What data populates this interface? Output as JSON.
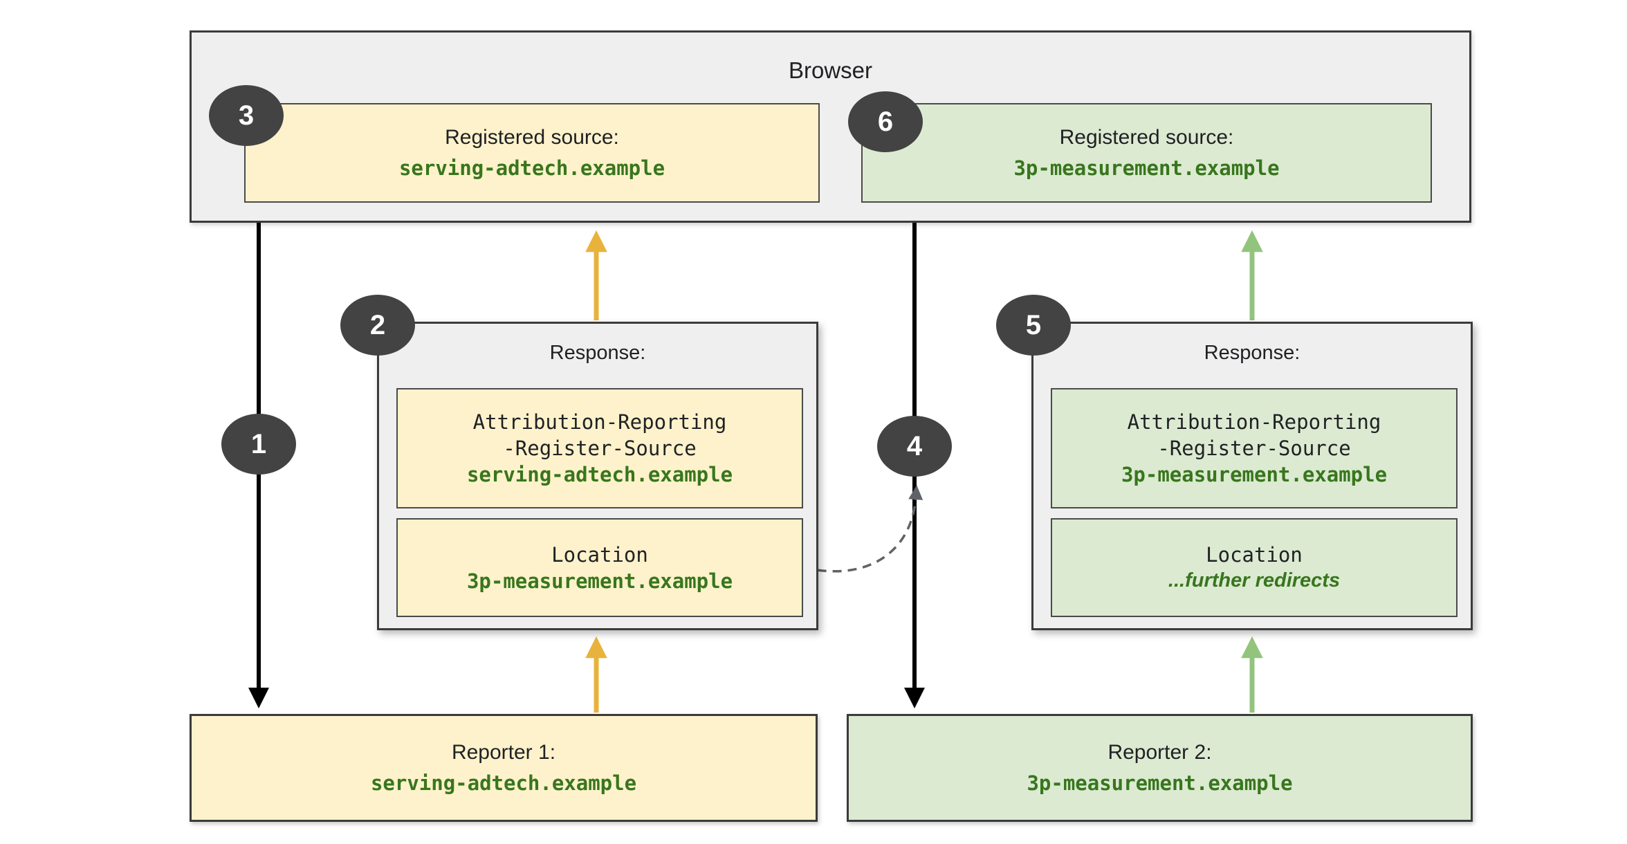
{
  "browser": {
    "title": "Browser",
    "registered_source_1": {
      "label": "Registered source:",
      "value": "serving-adtech.example"
    },
    "registered_source_2": {
      "label": "Registered source:",
      "value": "3p-measurement.example"
    }
  },
  "response_1": {
    "label": "Response:",
    "header_line_1": "Attribution-Reporting",
    "header_line_2": "-Register-Source",
    "header_value": "serving-adtech.example",
    "location_label": "Location",
    "location_value": "3p-measurement.example"
  },
  "response_2": {
    "label": "Response:",
    "header_line_1": "Attribution-Reporting",
    "header_line_2": "-Register-Source",
    "header_value": "3p-measurement.example",
    "location_label": "Location",
    "location_value": "...further redirects"
  },
  "reporter_1": {
    "label": "Reporter 1:",
    "value": "serving-adtech.example"
  },
  "reporter_2": {
    "label": "Reporter 2:",
    "value": "3p-measurement.example"
  },
  "steps": {
    "s1": "1",
    "s2": "2",
    "s3": "3",
    "s4": "4",
    "s5": "5",
    "s6": "6"
  },
  "colors": {
    "yellow_fill": "#fdf2cb",
    "green_fill": "#dcead2",
    "gray_fill": "#efefef",
    "green_text": "#38761d",
    "yellow_arrow": "#e8b33c",
    "green_arrow": "#93c47d",
    "black_arrow": "#000000",
    "dashed_arrow": "#666666",
    "badge_fill": "#434343"
  }
}
